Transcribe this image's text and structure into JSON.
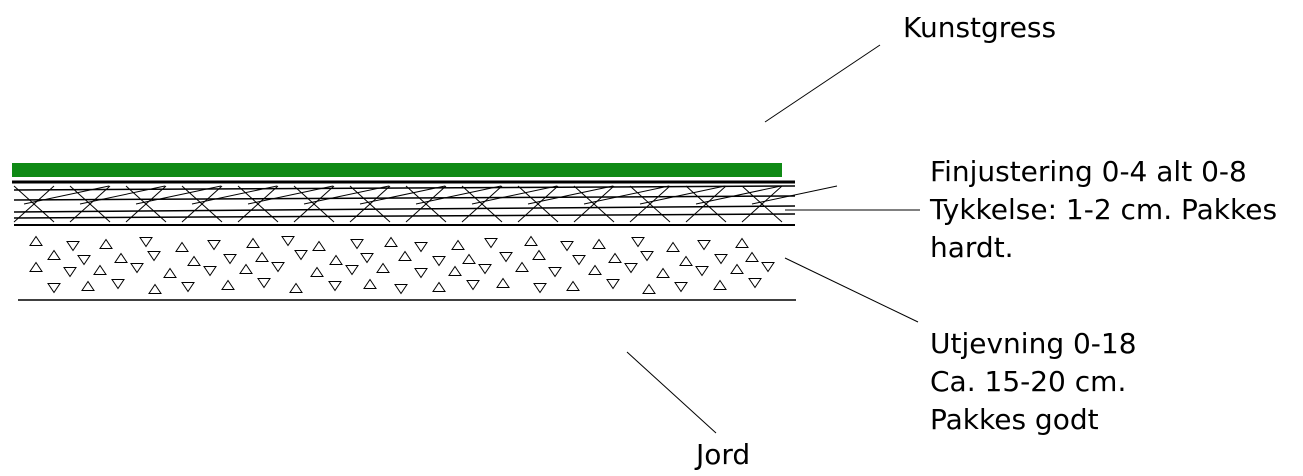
{
  "colors": {
    "grass": "#0f8a15",
    "line": "#000000",
    "background": "#ffffff"
  },
  "layers": [
    {
      "id": "kunstgress",
      "lines": [
        "Kunstgress"
      ]
    },
    {
      "id": "finjustering",
      "lines": [
        "Finjustering 0-4 alt 0-8",
        "Tykkelse: 1-2 cm. Pakkes",
        "hardt."
      ]
    },
    {
      "id": "utjevning",
      "lines": [
        "Utjevning 0-18",
        "Ca. 15-20 cm.",
        "Pakkes godt"
      ]
    },
    {
      "id": "jord",
      "lines": [
        "Jord"
      ]
    }
  ]
}
